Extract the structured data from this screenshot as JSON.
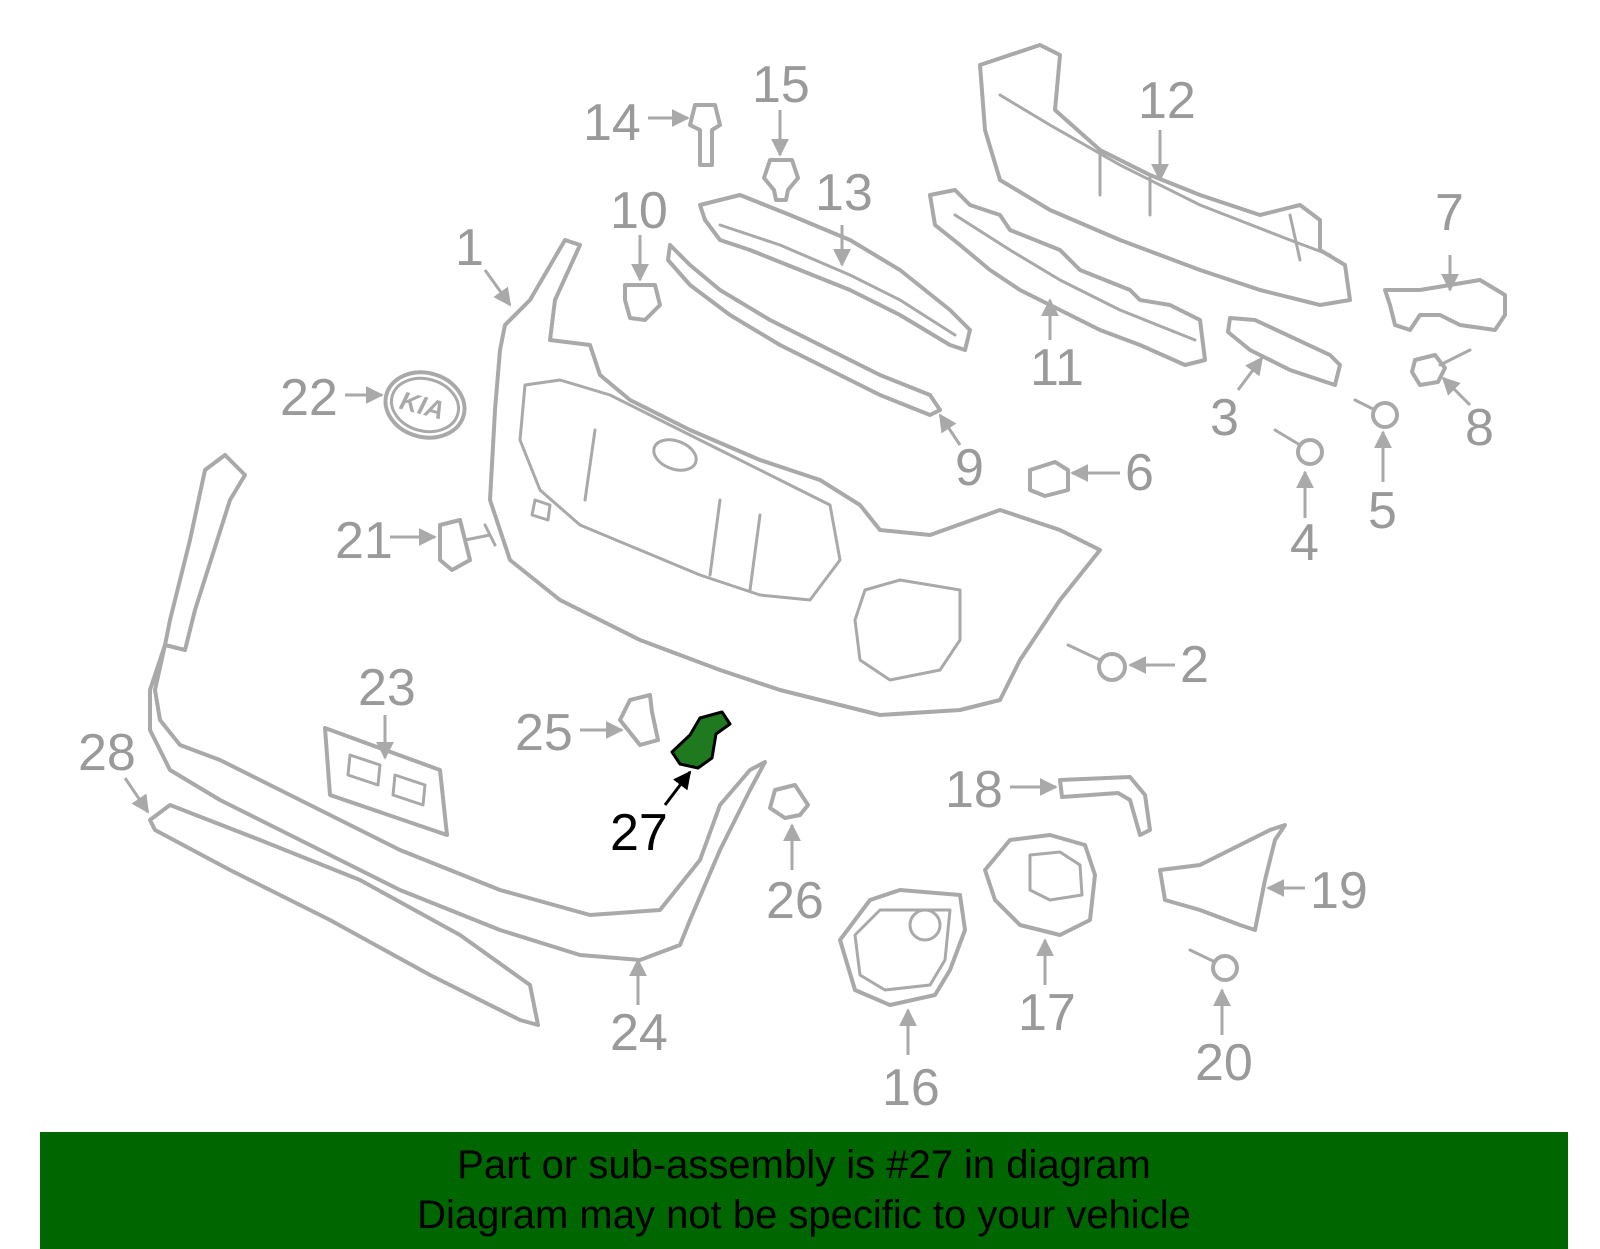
{
  "diagram": {
    "callouts": [
      "1",
      "2",
      "3",
      "4",
      "5",
      "6",
      "7",
      "8",
      "9",
      "10",
      "11",
      "12",
      "13",
      "14",
      "15",
      "16",
      "17",
      "18",
      "19",
      "20",
      "21",
      "22",
      "23",
      "24",
      "25",
      "26",
      "27",
      "28"
    ],
    "highlighted_part": "27",
    "colors": {
      "part_outline": "#a9a9a9",
      "callout_text": "#9a9a9a",
      "highlight_fill": "#1f7a1f",
      "highlight_text": "#000000",
      "banner_bg": "#006600"
    },
    "emblem_text": "KIA"
  },
  "banner": {
    "line1": "Part or sub-assembly is #27 in diagram",
    "line2": "Diagram may not be specific to your vehicle"
  }
}
